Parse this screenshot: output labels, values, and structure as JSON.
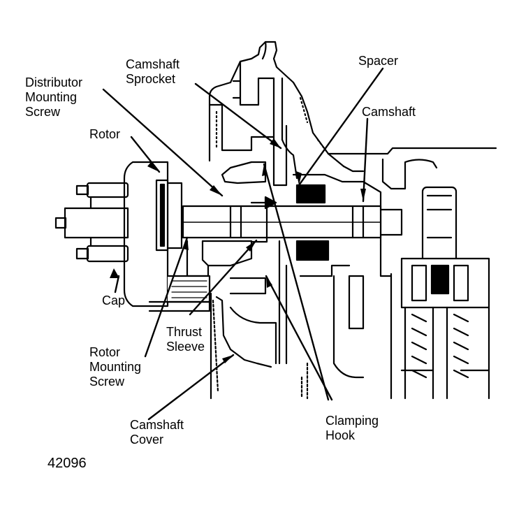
{
  "labels": {
    "camshaft_sprocket": [
      "Camshaft",
      "Sprocket"
    ],
    "spacer": "Spacer",
    "distributor_mounting_screw": [
      "Distributor",
      "Mounting",
      "Screw"
    ],
    "camshaft": "Camshaft",
    "rotor": "Rotor",
    "cap": "Cap",
    "thrust_sleeve": [
      "Thrust",
      "Sleeve"
    ],
    "rotor_mounting_screw": [
      "Rotor",
      "Mounting",
      "Screw"
    ],
    "camshaft_cover": [
      "Camshaft",
      "Cover"
    ],
    "clamping_hook": [
      "Clamping",
      "Hook"
    ]
  },
  "figure_code": "42096"
}
